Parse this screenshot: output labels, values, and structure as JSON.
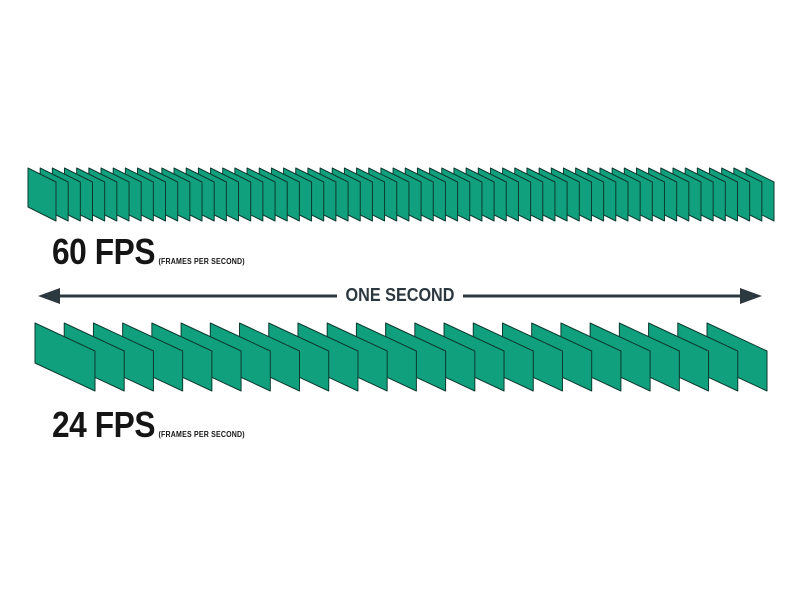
{
  "rows": [
    {
      "fps": "60 FPS",
      "subtitle": "(FRAMES PER SECOND)",
      "frame_count": 60
    },
    {
      "fps": "24 FPS",
      "subtitle": "(FRAMES PER SECOND)",
      "frame_count": 24
    }
  ],
  "timeline": {
    "label": "ONE SECOND"
  },
  "colors": {
    "frame_fill": "#11a07e",
    "frame_stroke": "#0b3a2e",
    "text": "#151515",
    "arrow": "#2c3840"
  }
}
